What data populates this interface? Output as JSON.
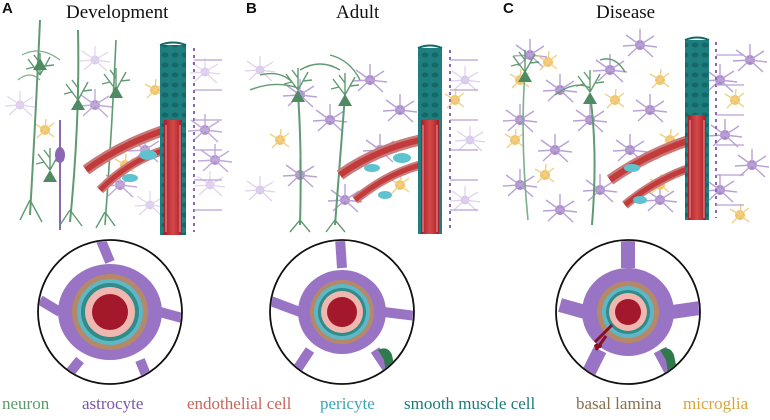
{
  "panels": [
    {
      "letter": "A",
      "title": "Development"
    },
    {
      "letter": "B",
      "title": "Adult"
    },
    {
      "letter": "C",
      "title": "Disease"
    }
  ],
  "legend": [
    {
      "label": "neuron",
      "color": "#5a9a6a"
    },
    {
      "label": "astrocyte",
      "color": "#7a55a8"
    },
    {
      "label": "endothelial cell",
      "color": "#c8655a"
    },
    {
      "label": "pericyte",
      "color": "#3aa6b4"
    },
    {
      "label": "smooth muscle cell",
      "color": "#1e7a7a"
    },
    {
      "label": "basal lamina",
      "color": "#8a6e50"
    },
    {
      "label": "microglia",
      "color": "#d9a53a"
    }
  ]
}
